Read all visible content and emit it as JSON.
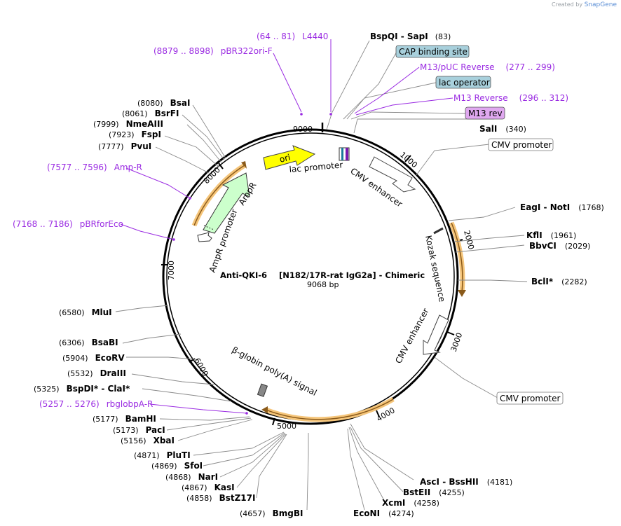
{
  "credit": {
    "prefix": "Created by",
    "brand": "SnapGene"
  },
  "plasmid": {
    "name": "Anti-QKI-6",
    "construct": "[N182/17R-rat IgG2a] - Chimeric",
    "length_label": "9068 bp",
    "length": 9068
  },
  "ticks": [
    "1000",
    "2000",
    "3000",
    "4000",
    "5000",
    "6000",
    "7000",
    "8000",
    "9000"
  ],
  "sites_right": [
    {
      "name": "BspQI",
      "name2": "SapI",
      "pos": "(83)"
    },
    {
      "name": "SalI",
      "pos": "(340)"
    },
    {
      "name": "EagI",
      "name2": "NotI",
      "pos": "(1768)"
    },
    {
      "name": "KflI",
      "pos": "(1961)"
    },
    {
      "name": "BbvCI",
      "pos": "(2029)"
    },
    {
      "name": "BclI",
      "star": "*",
      "pos": "(2282)"
    },
    {
      "name": "AscI",
      "name2": "BssHII",
      "pos": "(4181)"
    },
    {
      "name": "BstEII",
      "pos": "(4255)"
    },
    {
      "name": "XcmI",
      "pos": "(4258)"
    },
    {
      "name": "EcoNI",
      "pos": "(4274)"
    },
    {
      "name": "BmgBI",
      "pos": "(4657)"
    }
  ],
  "sites_left": [
    {
      "name": "BsaI",
      "pos": "(8080)"
    },
    {
      "name": "BsrFI",
      "pos": "(8061)"
    },
    {
      "name": "NmeAIII",
      "pos": "(7999)"
    },
    {
      "name": "FspI",
      "pos": "(7923)"
    },
    {
      "name": "PvuI",
      "pos": "(7777)"
    },
    {
      "name": "MluI",
      "pos": "(6580)"
    },
    {
      "name": "BsaBI",
      "pos": "(6306)"
    },
    {
      "name": "EcoRV",
      "pos": "(5904)"
    },
    {
      "name": "DraIII",
      "pos": "(5532)"
    },
    {
      "name": "BspDI",
      "star": "*",
      "name2": "ClaI",
      "star2": "*",
      "pos": "(5325)"
    },
    {
      "name": "BamHI",
      "pos": "(5177)"
    },
    {
      "name": "PacI",
      "pos": "(5173)"
    },
    {
      "name": "XbaI",
      "pos": "(5156)"
    },
    {
      "name": "PluTI",
      "pos": "(4871)"
    },
    {
      "name": "SfoI",
      "pos": "(4869)"
    },
    {
      "name": "NarI",
      "pos": "(4868)"
    },
    {
      "name": "KasI",
      "pos": "(4867)"
    },
    {
      "name": "BstZ17I",
      "pos": "(4858)"
    }
  ],
  "primers": [
    {
      "range": "(64 .. 81)",
      "name": "L4440"
    },
    {
      "range": "(8879 .. 8898)",
      "name": "pBR322ori-F"
    },
    {
      "name": "M13/pUC Reverse",
      "range": "(277 .. 299)"
    },
    {
      "name": "M13 Reverse",
      "range": "(296 .. 312)"
    },
    {
      "range": "(7577 .. 7596)",
      "name": "Amp-R"
    },
    {
      "range": "(7168 .. 7186)",
      "name": "pBRforEco"
    },
    {
      "range": "(5257 .. 5276)",
      "name": "rbglobpA-R"
    }
  ],
  "boxed": {
    "cap": "CAP binding site",
    "lacop": "lac operator",
    "m13rev": "M13 rev",
    "cmv1": "CMV promoter",
    "cmv2": "CMV promoter"
  },
  "features": {
    "ori": "ori",
    "lac_promoter": "lac promoter",
    "cmv_enhancer_1": "CMV enhancer",
    "kozak": "Kozak sequence",
    "cmv_enhancer_2": "CMV enhancer",
    "ampr": "AmpR",
    "ampr_promoter": "AmpR promoter",
    "bglobin": "β-globin poly(A) signal"
  },
  "colors": {
    "primer": "#9a2be2",
    "ori": "#ffff00",
    "ampr": "#ccffcc",
    "cds_band": "#f5c57a",
    "box_blue": "#a8d0dc",
    "box_purple": "#e0a8f0"
  }
}
